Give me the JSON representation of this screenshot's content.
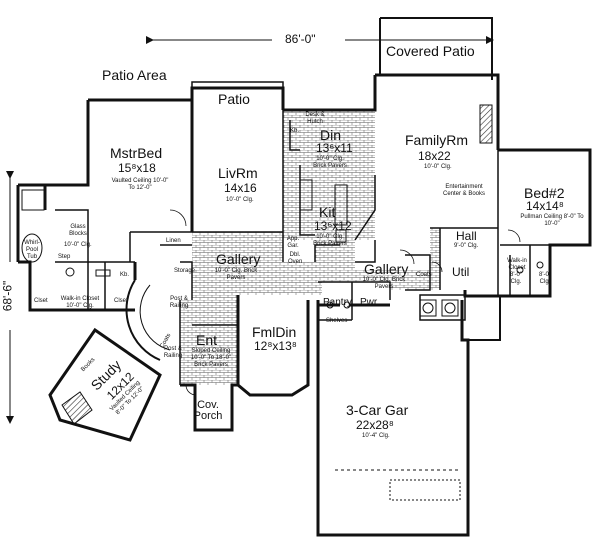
{
  "dimensions": {
    "width_label": "86'-0\"",
    "depth_label": "68'-6\""
  },
  "rooms": {
    "covered_patio": {
      "name": "Covered Patio"
    },
    "patio_area": {
      "name": "Patio Area"
    },
    "patio": {
      "name": "Patio"
    },
    "master_bed": {
      "name": "MstrBed",
      "size": "15⁸x18",
      "note": "Vaulted Ceiling 10'-0\" To 12'-0\""
    },
    "living": {
      "name": "LivRm",
      "size": "14x16",
      "note": "10'-0\" Clg."
    },
    "dining": {
      "name": "Din",
      "size": "13⁶x11",
      "note": "10'-0\" Clg. Brick Pavers"
    },
    "family": {
      "name": "FamilyRm",
      "size": "18x22",
      "note": "10'-0\" Clg."
    },
    "bed2": {
      "name": "Bed#2",
      "size": "14x14⁸",
      "note": "Pullman Ceiling 8'-0\" To 10'-0\""
    },
    "kitchen": {
      "name": "Kit",
      "size": "13⁶x12",
      "note": "10'-0\" Clg. Brick Pavers"
    },
    "gallery_main": {
      "name": "Gallery",
      "note": "10'-0\" Clg. Brick Pavers"
    },
    "gallery_east": {
      "name": "Gallery",
      "note": "10'-0\" Clg. Brick Pavers"
    },
    "hall": {
      "name": "Hall",
      "note": "9'-0\" Clg."
    },
    "utility": {
      "name": "Util"
    },
    "pantry": {
      "name": "Pantry",
      "note": "Shelves"
    },
    "powder": {
      "name": "Pwr"
    },
    "formal_dining": {
      "name": "FmlDin",
      "size": "12⁸x13⁸"
    },
    "entry": {
      "name": "Ent",
      "note": "Sloped Ceiling 10'-0\" To 18'-0\" Brick Pavers"
    },
    "study": {
      "name": "Study",
      "size": "12x12",
      "note": "Vaulted Ceiling 8'-0\" To 12'-0\""
    },
    "cov_porch": {
      "name": "Cov. Porch"
    },
    "garage": {
      "name": "3-Car Gar",
      "size": "22x28⁸",
      "note": "10'-4\" Clg."
    }
  },
  "notes": {
    "desk": "Desk & Hutch",
    "kb": "Kb.",
    "glass_blocks": "Glass Blocks",
    "whirlpool": "Whirl-Pool Tub",
    "step": "Step",
    "closet": "Clset",
    "walkin": "Walk-in Closet 10'-0\" Clg.",
    "linen": "Linen",
    "storage": "Storage",
    "post_railing": "Post & Railing",
    "coats": "Coats",
    "entertainment": "Entertainment Center & Books",
    "walkin_closet": "Walk-in Closet",
    "clg_8": "8'-0\" Clg.",
    "books": "Books",
    "ceiling_10": "10'-0\" Clg.",
    "app_gar": "App. Gar.",
    "dbl_oven": "Dbl. Oven"
  }
}
